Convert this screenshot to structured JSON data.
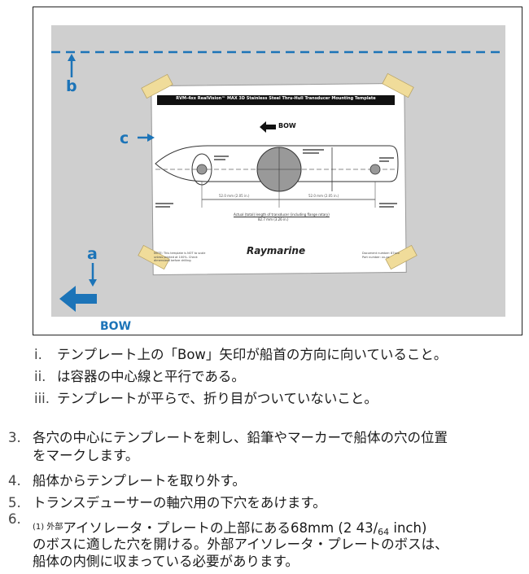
{
  "figure": {
    "labels": {
      "a": "a",
      "b": "b",
      "c": "c",
      "bow_arrow": "BOW"
    },
    "template": {
      "title": "RVM-4xx RealVision™ MAX 3D Stainless Steel Thru-Hull Transducer Mounting Template",
      "bow_label": "BOW",
      "brand": "Raymarine",
      "dim_left": "52.0 mm (2.05 in.)",
      "dim_right": "52.0 mm (2.05 in.)",
      "caption": "Actual (total) length of transducer (including flange rotary)",
      "caption_dim": "82.7 mm (3.26 in.)",
      "note_left": "NOTE: This template is NOT to scale unless printed at 100%. Check dimensions before drilling.",
      "note_right": "Document number: 87xxx\nPart number: xx-xx"
    },
    "colors": {
      "accent": "#1c74b8",
      "tape": "#f0dc9a",
      "background": "#cfcfcf"
    }
  },
  "substeps": [
    {
      "num": "i.",
      "text": "テンプレート上の「Bow」矢印が船首の方向に向いていること。"
    },
    {
      "num": "ii.",
      "text": "は容器の中心線と平行である。"
    },
    {
      "num": "iii.",
      "text": "テンプレートが平らで、折り目がついていないこと。"
    }
  ],
  "steps": [
    {
      "num": "3.",
      "line1": "各穴の中心にテンプレートを刺し、鉛筆やマーカーで船体の穴の位置",
      "line2": "をマークします。"
    },
    {
      "num": "4.",
      "line1": "船体からテンプレートを取り外す。"
    },
    {
      "num": "5.",
      "line1": "トランスデューサーの軸穴用の下穴をあけます。"
    },
    {
      "num": "6.",
      "sup": "(1) 外部",
      "line1a": "アイソレータ・プレートの上部にある68mm (2 43/",
      "frac_den": "64",
      "line1b": " inch)",
      "line2": "のボスに適した穴を開ける。外部アイソレータ・プレートのボスは、",
      "line3": "船体の内側に収まっている必要があります。"
    }
  ]
}
